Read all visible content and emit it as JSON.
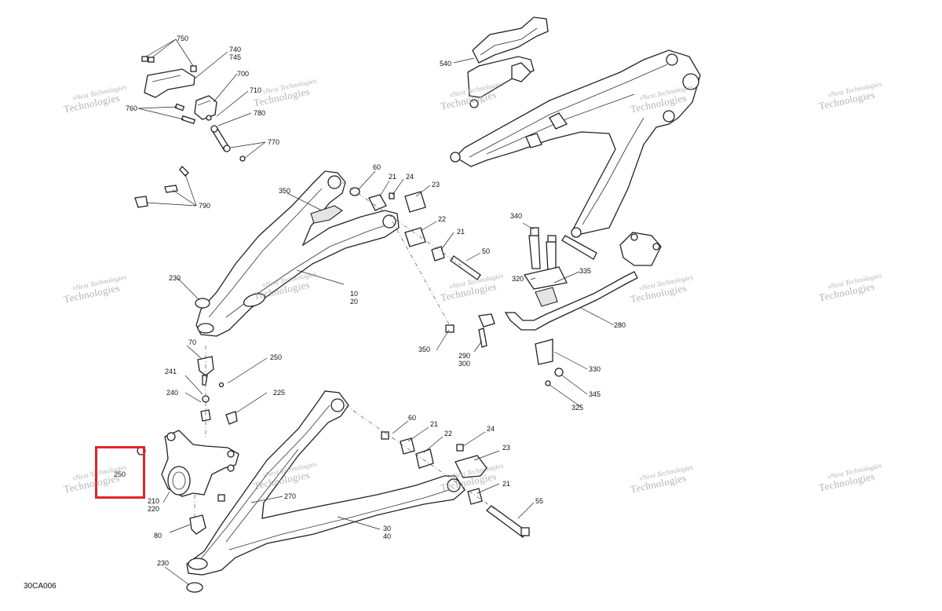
{
  "figure_code": "30CA006",
  "watermark": {
    "line1": "vNext Technologies",
    "line2": "Technologies"
  },
  "highlight_color": "#e0252b",
  "callouts": {
    "c750": "750",
    "c740": "740",
    "c745": "745",
    "c700": "700",
    "c710": "710",
    "c760": "760",
    "c780": "780",
    "c770": "770",
    "c790": "790",
    "c540": "540",
    "c350a": "350",
    "c60a": "60",
    "c21a": "21",
    "c24a": "24",
    "c23a": "23",
    "c22a": "22",
    "c21b": "21",
    "c50": "50",
    "c230a": "230",
    "c10": "10",
    "c20": "20",
    "c340": "340",
    "c320": "320",
    "c335": "335",
    "c280": "280",
    "c70": "70",
    "c250a": "250",
    "c350b": "350",
    "c290": "290",
    "c300": "300",
    "c330": "330",
    "c241": "241",
    "c240": "240",
    "c225": "225",
    "c345": "345",
    "c325": "325",
    "c60b": "60",
    "c21c": "21",
    "c22b": "22",
    "c24b": "24",
    "c23b": "23",
    "c250b": "250",
    "c21d": "21",
    "c210": "210",
    "c220": "220",
    "c270": "270",
    "c55": "55",
    "c80": "80",
    "c30": "30",
    "c40": "40",
    "c230b": "230"
  }
}
